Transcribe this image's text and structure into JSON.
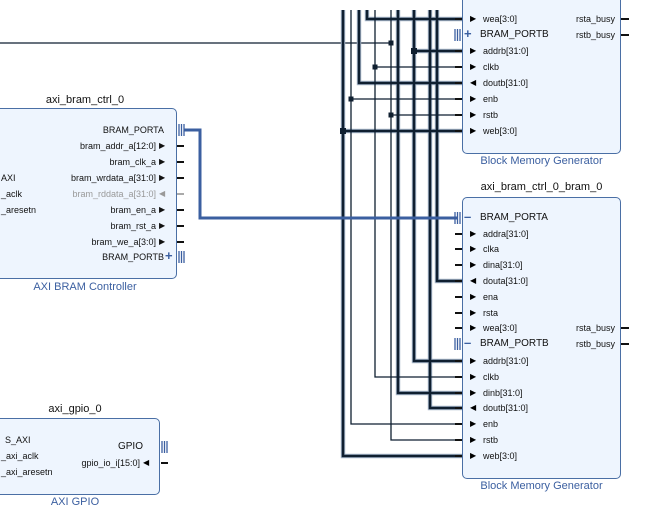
{
  "blocks": {
    "bram_ctrl": {
      "instance": "axi_bram_ctrl_0",
      "ip": "AXI BRAM Controller",
      "left_pins": [
        "AXI",
        "_aclk",
        "_aresetn"
      ],
      "right_pins": [
        {
          "label": "BRAM_PORTA",
          "kind": "bus-out"
        },
        {
          "label": "bram_addr_a[12:0]",
          "kind": "out"
        },
        {
          "label": "bram_clk_a",
          "kind": "out"
        },
        {
          "label": "bram_wrdata_a[31:0]",
          "kind": "out"
        },
        {
          "label": "bram_rddata_a[31:0]",
          "kind": "in-dim"
        },
        {
          "label": "bram_en_a",
          "kind": "out"
        },
        {
          "label": "bram_rst_a",
          "kind": "out"
        },
        {
          "label": "bram_we_a[3:0]",
          "kind": "out"
        },
        {
          "label": "BRAM_PORTB",
          "kind": "bus-plus"
        }
      ]
    },
    "gpio": {
      "instance": "axi_gpio_0",
      "ip": "AXI GPIO",
      "left_pins": [
        "S_AXI",
        "_axi_aclk",
        "_axi_aresetn"
      ],
      "right_pins": [
        {
          "label": "GPIO",
          "kind": "bus-out"
        },
        {
          "label": "gpio_io_i[15:0]",
          "kind": "in"
        }
      ]
    },
    "bram_top": {
      "ip": "Block Memory Generator",
      "left_pins": [
        {
          "label": "wea[3:0]",
          "kind": "in"
        },
        {
          "label": "BRAM_PORTB",
          "kind": "bus-plus"
        },
        {
          "label": "addrb[31:0]",
          "kind": "in"
        },
        {
          "label": "clkb",
          "kind": "in"
        },
        {
          "label": "doutb[31:0]",
          "kind": "out"
        },
        {
          "label": "enb",
          "kind": "in"
        },
        {
          "label": "rstb",
          "kind": "in"
        },
        {
          "label": "web[3:0]",
          "kind": "in"
        }
      ],
      "right_pins": [
        "rsta_busy",
        "rstb_busy"
      ]
    },
    "bram_0": {
      "instance": "axi_bram_ctrl_0_bram_0",
      "ip": "Block Memory Generator",
      "left_pins": [
        {
          "label": "BRAM_PORTA",
          "kind": "bus-minus"
        },
        {
          "label": "addra[31:0]",
          "kind": "in"
        },
        {
          "label": "clka",
          "kind": "in"
        },
        {
          "label": "dina[31:0]",
          "kind": "in"
        },
        {
          "label": "douta[31:0]",
          "kind": "out"
        },
        {
          "label": "ena",
          "kind": "in"
        },
        {
          "label": "rsta",
          "kind": "in"
        },
        {
          "label": "wea[3:0]",
          "kind": "in"
        },
        {
          "label": "BRAM_PORTB",
          "kind": "bus-minus"
        },
        {
          "label": "addrb[31:0]",
          "kind": "in"
        },
        {
          "label": "clkb",
          "kind": "in"
        },
        {
          "label": "dinb[31:0]",
          "kind": "in"
        },
        {
          "label": "doutb[31:0]",
          "kind": "out"
        },
        {
          "label": "enb",
          "kind": "in"
        },
        {
          "label": "rstb",
          "kind": "in"
        },
        {
          "label": "web[3:0]",
          "kind": "in"
        }
      ],
      "right_pins": [
        "rsta_busy",
        "rstb_busy"
      ]
    }
  },
  "colors": {
    "block_fill": "#eef5fe",
    "block_border": "#4a6fa5",
    "wire": "#0f1f30",
    "bus_wire": "#3b5fa0",
    "ip_label": "#3b5fa0"
  }
}
